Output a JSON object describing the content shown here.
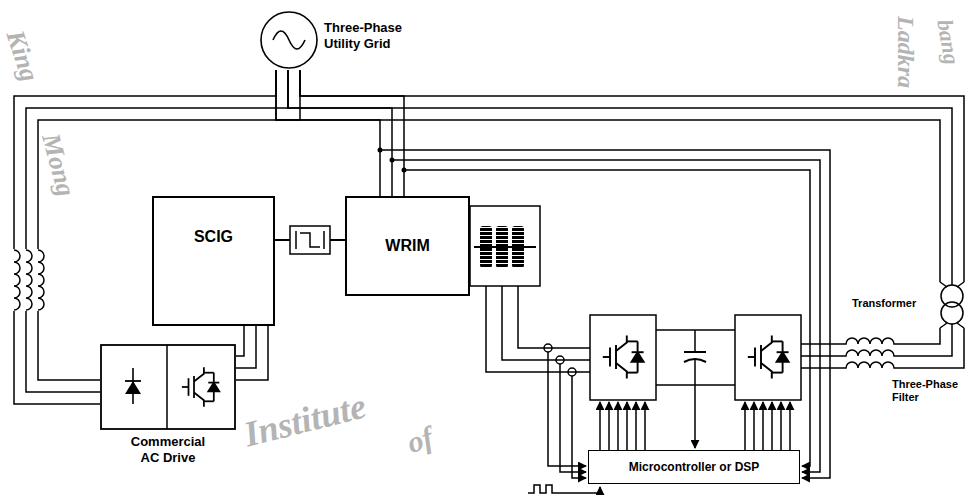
{
  "diagram": {
    "nodes": [
      {
        "text": [
          "Three-Phase Utility Grid"
        ]
      },
      {
        "text": [
          "SCIG"
        ]
      },
      {
        "text": [
          "WRIM"
        ]
      },
      {
        "text": [
          "Commercial AC Drive"
        ]
      },
      {
        "text": [
          "Microcontroller or DSP"
        ]
      },
      {
        "text": [
          "Transformer"
        ]
      },
      {
        "text": [
          "Three-Phase Filter"
        ]
      }
    ],
    "edges": [
      {
        "from": 0,
        "to": 2,
        "arrow": "none"
      },
      {
        "from": 0,
        "to": 3,
        "arrow": "none"
      },
      {
        "from": 0,
        "to": 5,
        "arrow": "none"
      },
      {
        "from": 5,
        "to": 6,
        "arrow": "none"
      },
      {
        "from": 3,
        "to": 1,
        "arrow": "none"
      },
      {
        "from": 1,
        "to": 2,
        "arrow": "none"
      }
    ],
    "labels": [
      "King",
      "Mong",
      "Institute",
      "of",
      "Ladkra",
      "bang"
    ]
  }
}
